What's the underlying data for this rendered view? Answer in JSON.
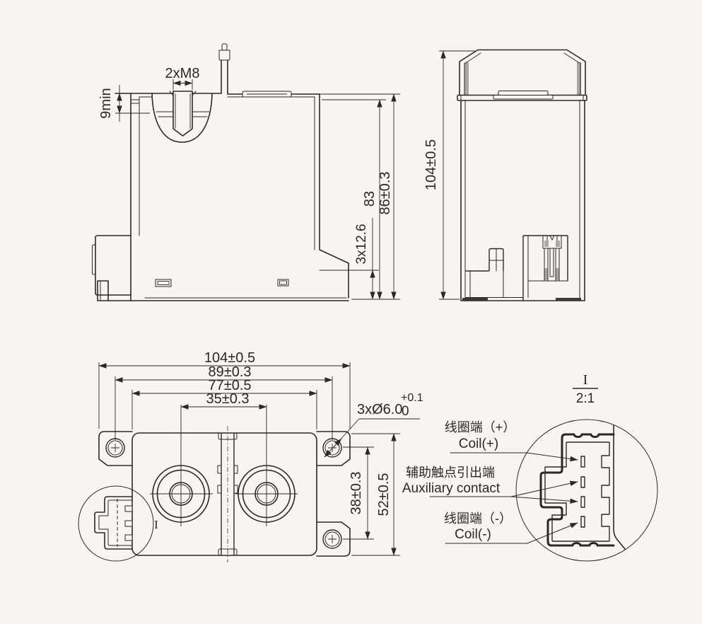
{
  "colors": {
    "background": "#f8f4f0",
    "line": "#2b2926"
  },
  "side_view": {
    "label_2xm8": "2xM8",
    "label_9min": "9min",
    "label_83": "83",
    "label_86": "86±0.3",
    "label_3x126": "3x12.6"
  },
  "front_view": {
    "label_104": "104±0.5"
  },
  "top_view": {
    "label_104": "104±0.5",
    "label_89": "89±0.3",
    "label_77": "77±0.5",
    "label_35": "35±0.3",
    "label_hole": "3xØ6.0",
    "label_hole_tol_upper": "+0.1",
    "label_hole_tol_lower": "0",
    "label_38": "38±0.3",
    "label_52": "52±0.5",
    "detail_mark": "I"
  },
  "detail_view": {
    "mark": "I",
    "scale": "2:1",
    "coil_positive_zh": "线圈端（+）",
    "coil_positive_en": "Coil(+)",
    "auxiliary_zh": "辅助触点引出端",
    "auxiliary_en": "Auxiliary contact",
    "coil_negative_zh": "线圈端（-）",
    "coil_negative_en": "Coil(-)"
  }
}
